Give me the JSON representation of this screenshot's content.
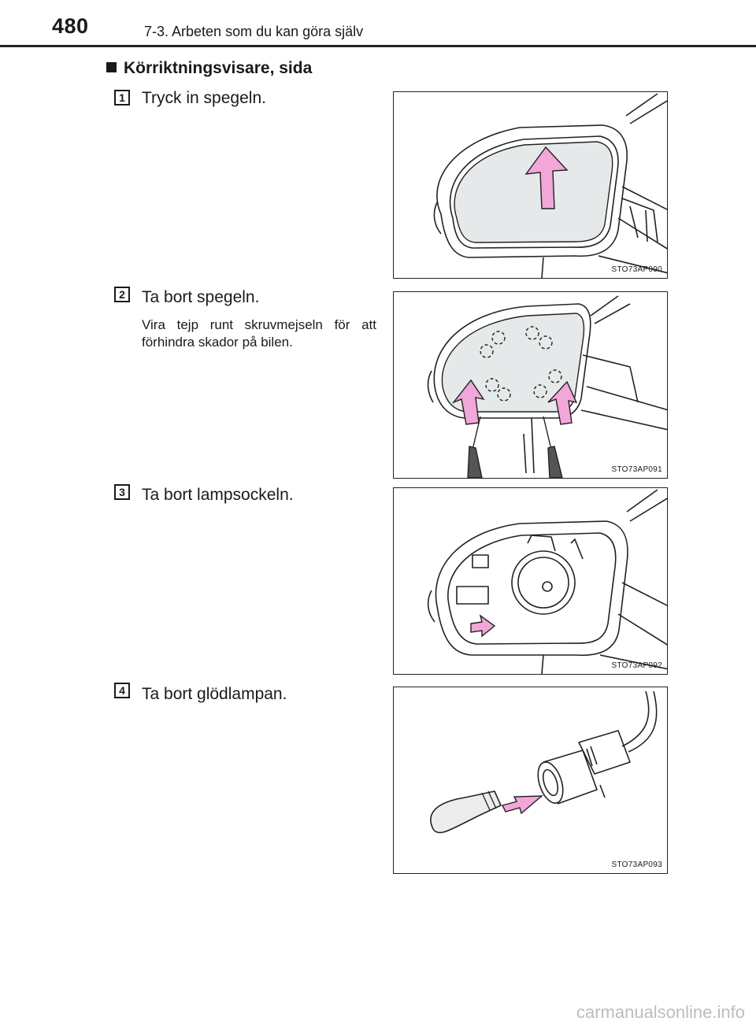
{
  "header": {
    "page_number": "480",
    "chapter_title": "7-3. Arbeten som du kan göra själv"
  },
  "section": {
    "title": "Körriktningsvisare, sida"
  },
  "steps": [
    {
      "number": "1",
      "text": "Tryck in spegeln.",
      "figure_code": "STO73AP090"
    },
    {
      "number": "2",
      "text": "Ta bort spegeln.",
      "note": "Vira tejp runt skruvmejseln för att förhindra skador på bilen.",
      "figure_code": "STO73AP091"
    },
    {
      "number": "3",
      "text": "Ta bort lampsockeln.",
      "figure_code": "STO73AP092"
    },
    {
      "number": "4",
      "text": "Ta bort glödlampan.",
      "figure_code": "STO73AP093"
    }
  ],
  "footer": {
    "watermark": "carmanualsonline.info"
  },
  "colors": {
    "arrow_fill": "#f3a6d8",
    "mirror_glass": "#e6e9ea",
    "outline": "#222222"
  }
}
